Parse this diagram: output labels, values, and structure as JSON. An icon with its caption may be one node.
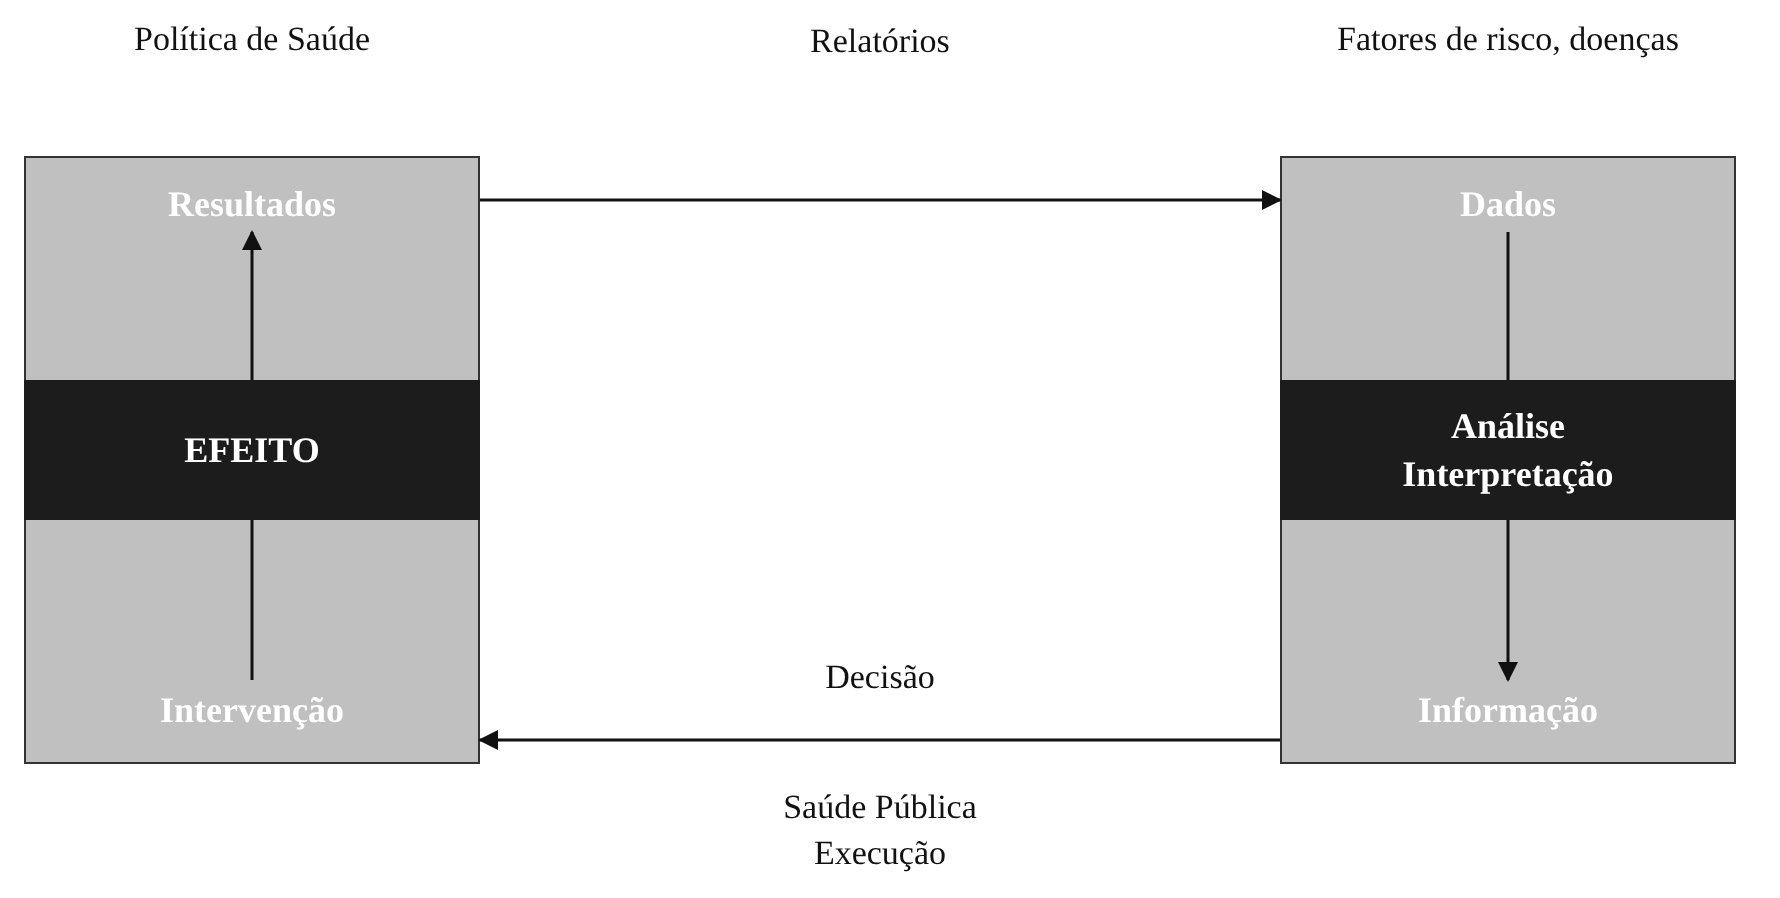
{
  "diagram": {
    "nodes": [
      {
        "text": [
          "Política de Saúde"
        ]
      },
      {
        "text": [
          "Resultados"
        ],
        "in": 0
      },
      {
        "text": [
          "EFEITO"
        ],
        "in": 0
      },
      {
        "text": [
          "Intervenção"
        ],
        "in": 0
      },
      {
        "text": [
          "Fatores de risco, doenças"
        ]
      },
      {
        "text": [
          "Dados"
        ],
        "in": 4
      },
      {
        "text": [
          "Análise Interpretação"
        ],
        "in": 4
      },
      {
        "text": [
          "Informação"
        ],
        "in": 4
      }
    ],
    "edges": [
      {
        "from": 3,
        "to": 2,
        "arrow": "none"
      },
      {
        "from": 2,
        "to": 1,
        "arrow": "to"
      },
      {
        "from": 5,
        "to": 6,
        "arrow": "none"
      },
      {
        "from": 6,
        "to": 7,
        "arrow": "to"
      },
      {
        "from": 0,
        "to": 4,
        "arrow": "to"
      },
      {
        "from": 4,
        "to": 0,
        "arrow": "to",
        "label": "Decisão"
      }
    ],
    "labels": [
      "Relatórios",
      "Saúde Pública Execução"
    ]
  }
}
